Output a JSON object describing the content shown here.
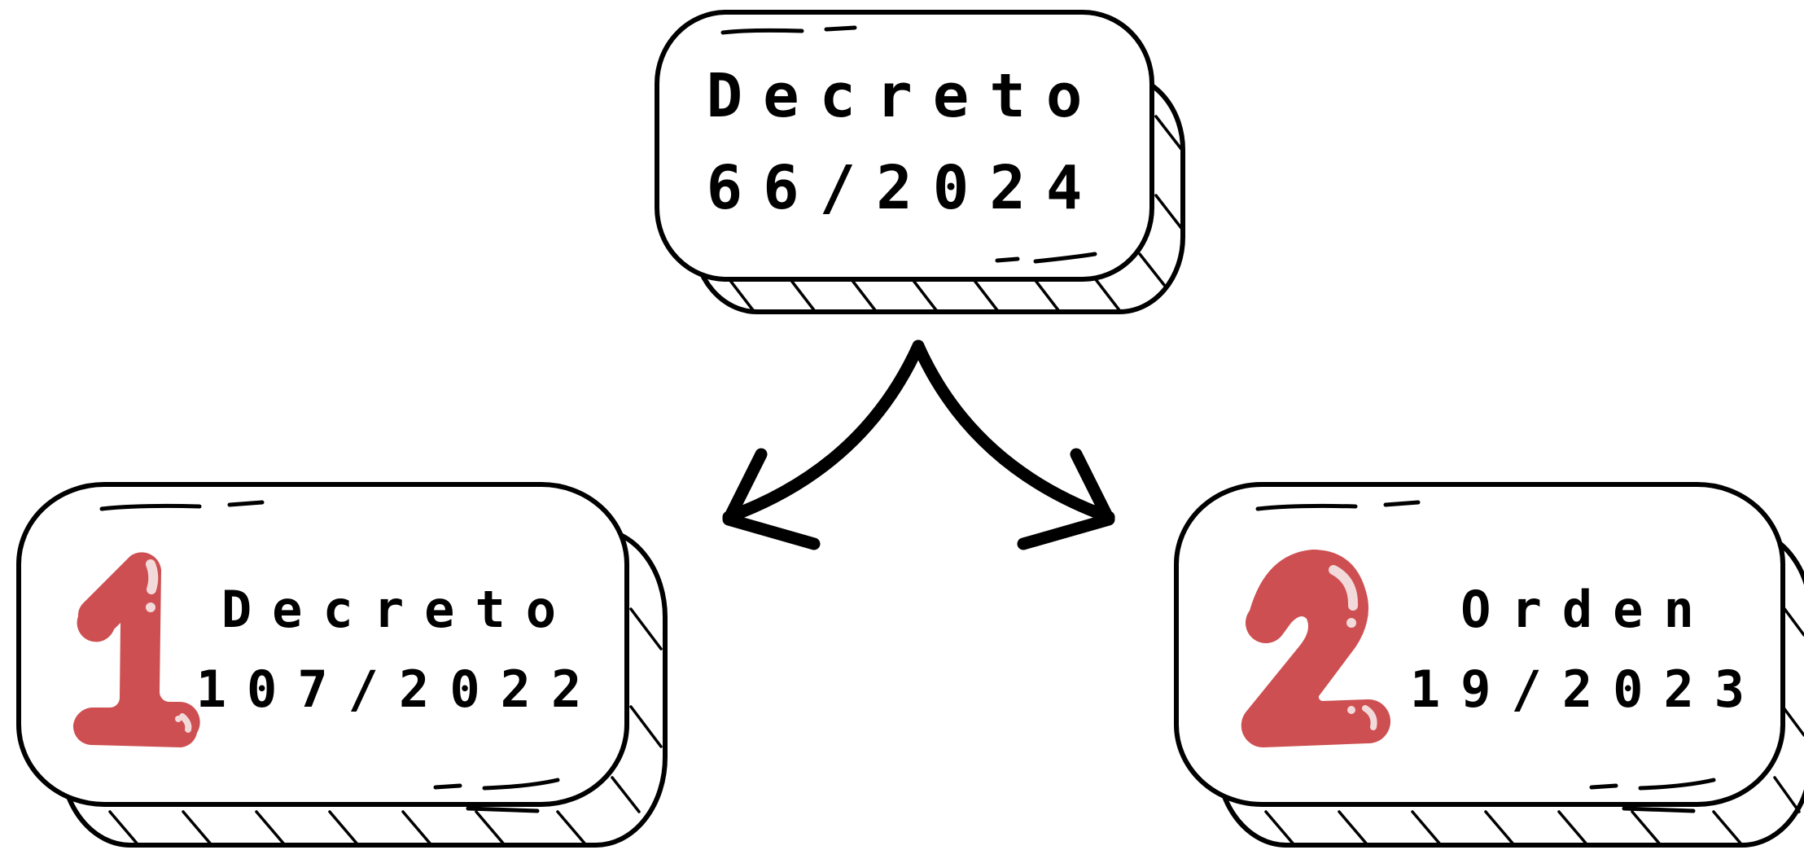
{
  "colors": {
    "ink": "#000000",
    "badge_red": "#cd4f51",
    "badge_highlight": "#f3dada",
    "background": "#ffffff"
  },
  "nodes": {
    "top": {
      "line1": "Decreto",
      "line2": "66/2024"
    },
    "left": {
      "badge": "1",
      "line1": "Decreto",
      "line2": "107/2022"
    },
    "right": {
      "badge": "2",
      "line1": "Orden",
      "line2": "19/2023"
    }
  },
  "icons": {
    "left_arrow": "curved-arrow-down-left",
    "right_arrow": "curved-arrow-down-right",
    "left_badge": "number-one-badge",
    "right_badge": "number-two-badge"
  }
}
